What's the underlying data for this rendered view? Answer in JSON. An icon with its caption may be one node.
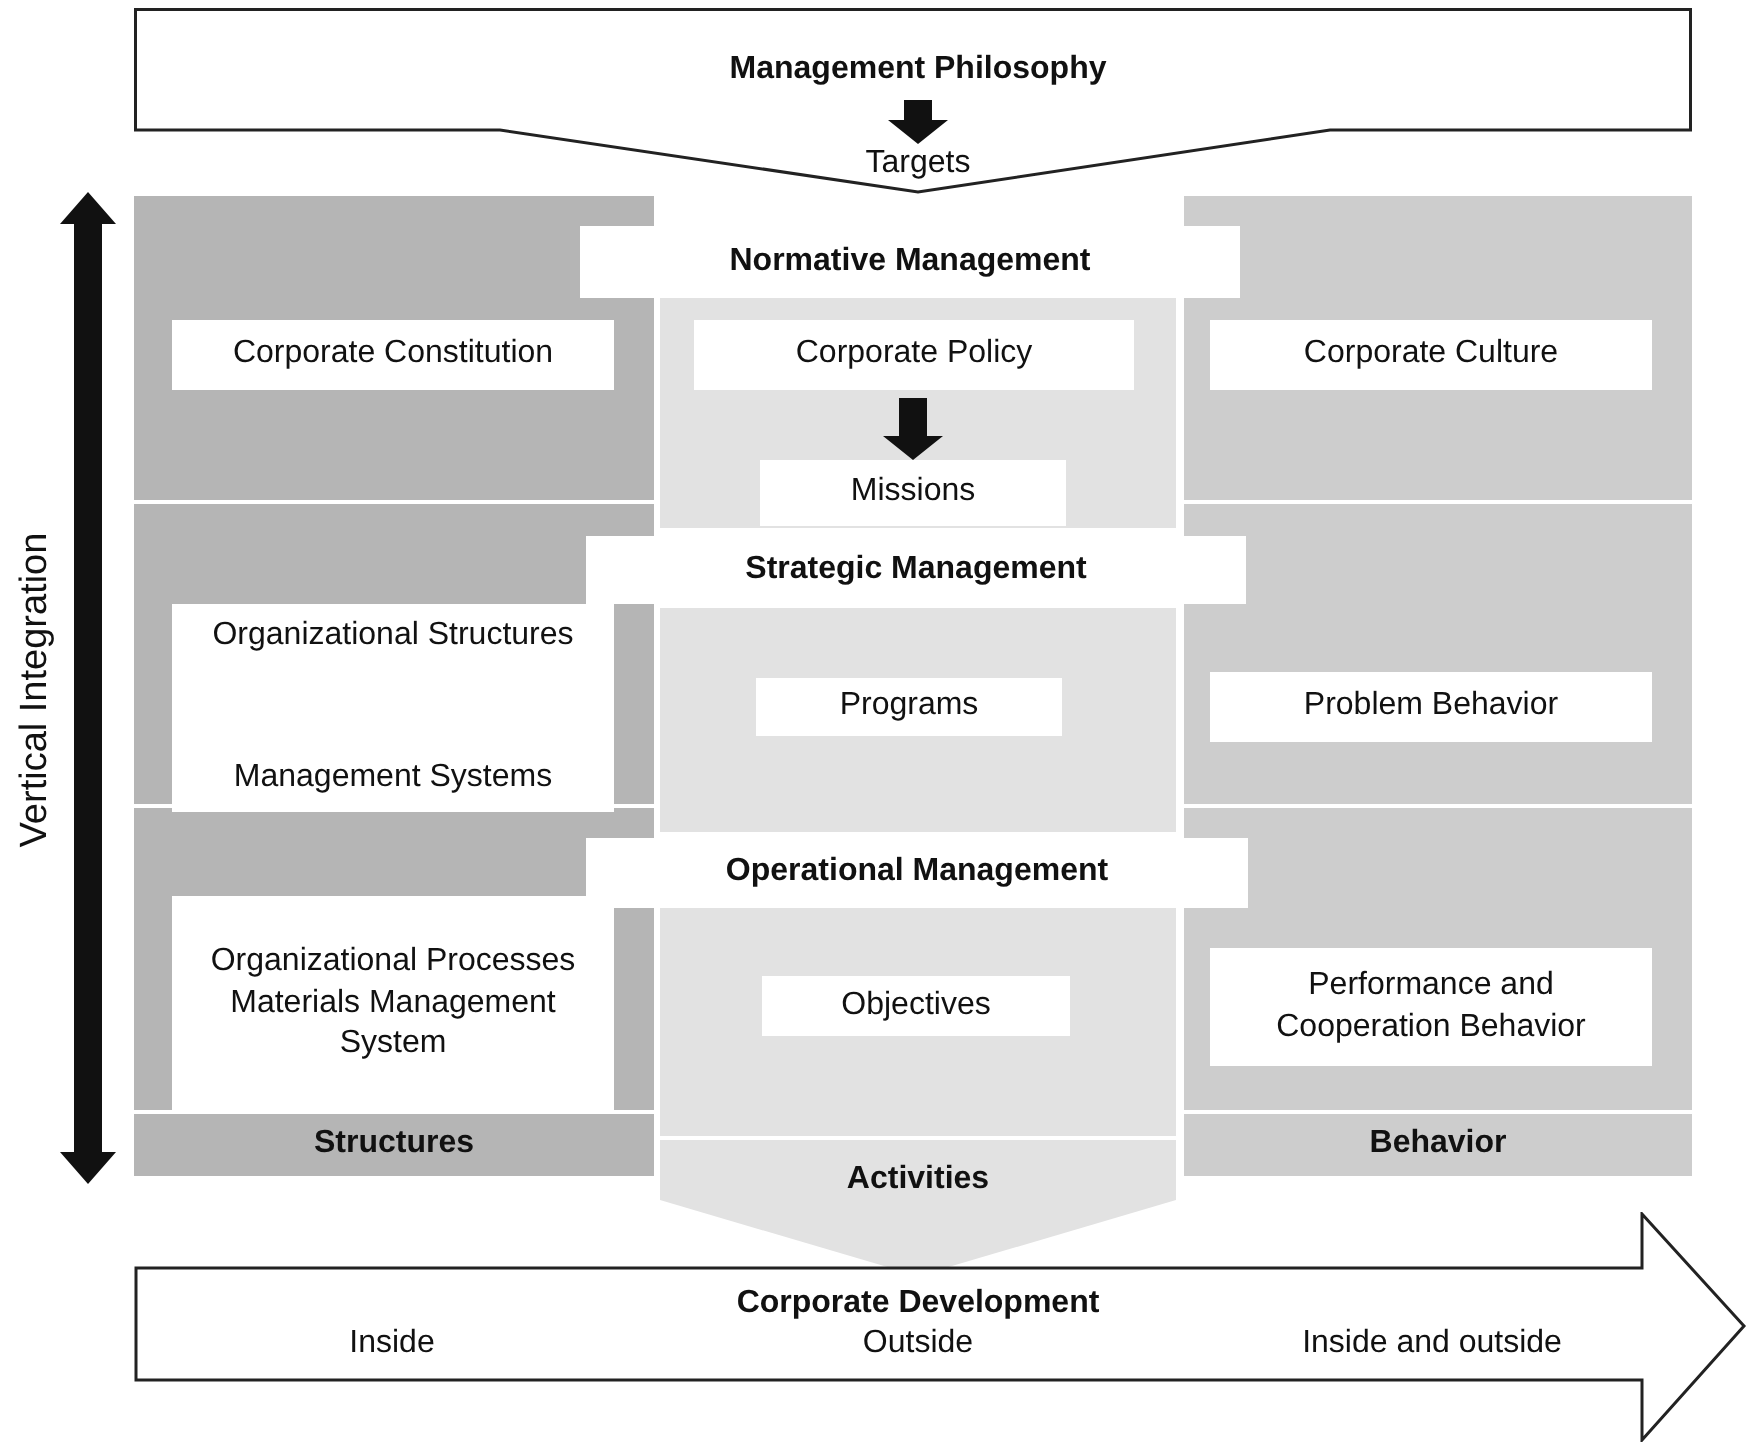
{
  "diagram": {
    "nodes": [
      {
        "text": [],
        "shape": "pentagon"
      },
      {
        "text": [
          "Management Philosophy"
        ],
        "in": 0
      },
      {
        "text": [
          "Targets"
        ],
        "in": 0
      },
      {
        "text": [
          "Structures"
        ]
      },
      {
        "text": [
          "Activities"
        ]
      },
      {
        "text": [
          "Behavior"
        ]
      },
      {
        "text": [
          "Normative Management"
        ]
      },
      {
        "text": [
          "Corporate Constitution"
        ],
        "in": 3
      },
      {
        "text": [
          "Corporate Policy"
        ],
        "in": 4
      },
      {
        "text": [
          "Missions"
        ],
        "in": 4
      },
      {
        "text": [
          "Corporate Culture"
        ],
        "in": 5
      },
      {
        "text": [
          "Strategic Management"
        ]
      },
      {
        "text": [
          "Organizational Structures",
          "Management Systems"
        ],
        "in": 3
      },
      {
        "text": [
          "Programs"
        ],
        "in": 4
      },
      {
        "text": [
          "Problem Behavior"
        ],
        "in": 5
      },
      {
        "text": [
          "Operational Management"
        ]
      },
      {
        "text": [
          "Organizational Processes",
          "Materials Management System"
        ],
        "in": 3
      },
      {
        "text": [
          "Objectives"
        ],
        "in": 4
      },
      {
        "text": [
          "Performance and Cooperation Behavior"
        ],
        "in": 5
      },
      {
        "text": [
          "Corporate Development",
          "Inside",
          "Outside",
          "Inside and outside"
        ]
      }
    ],
    "edges": [
      {
        "from": 1,
        "to": 2,
        "arrow": "to"
      },
      {
        "from": 8,
        "to": 9,
        "arrow": "to"
      }
    ],
    "labels": [
      "Vertical Integration"
    ]
  }
}
